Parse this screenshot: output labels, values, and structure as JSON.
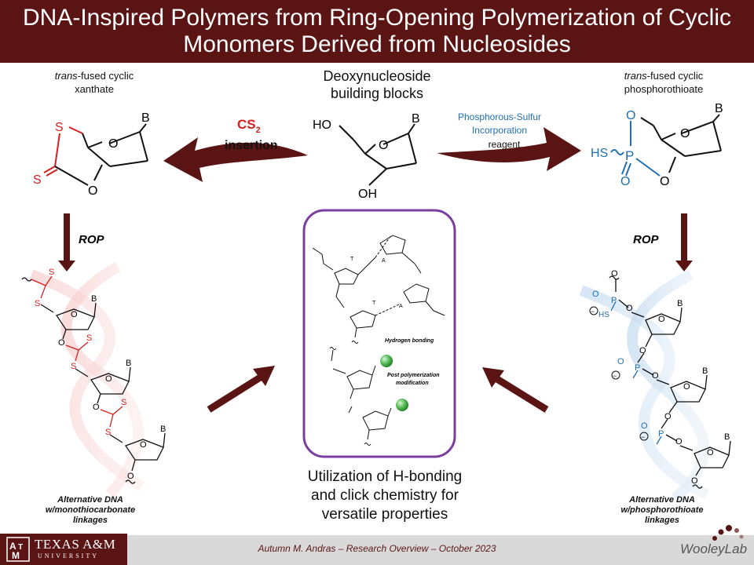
{
  "title": "DNA-Inspired Polymers from Ring-Opening Polymerization of Cyclic Monomers Derived from Nucleosides",
  "center": {
    "heading_line1": "Deoxynucleoside",
    "heading_line2": "building blocks",
    "atoms": {
      "ho": "HO",
      "oh": "OH",
      "o": "O",
      "b": "B"
    }
  },
  "left": {
    "label_italic": "trans",
    "label_rest": "-fused cyclic",
    "label_line2": "xanthate",
    "arrow_label_main": "CS",
    "arrow_label_sub": "2",
    "arrow_label_line2": "insertion",
    "atoms": {
      "s": "S",
      "o": "O",
      "b": "B"
    },
    "rop": "ROP",
    "polymer_caption_line1": "Alternative DNA",
    "polymer_caption_line2": "w/monothiocarbonate",
    "polymer_caption_line3": "linkages"
  },
  "right": {
    "label_italic": "trans",
    "label_rest": "-fused cyclic",
    "label_line2": "phosphorothioate",
    "arrow_label_line1": "Phosphorous-Sulfur",
    "arrow_label_line2": "Incorporation",
    "arrow_label_line3": "reagent",
    "atoms": {
      "hs": "HS",
      "p": "P",
      "o": "O",
      "b": "B"
    },
    "rop": "ROP",
    "polymer_caption_line1": "Alternative DNA",
    "polymer_caption_line2": "w/phosphorothioate",
    "polymer_caption_line3": "linkages"
  },
  "middle_panel": {
    "hbond_label": "Hydrogen bonding",
    "ppm_line1": "Post polymerization",
    "ppm_line2": "modification",
    "base_t": "T",
    "base_a": "A",
    "util_line1": "Utilization of H-bonding",
    "util_line2": "and click chemistry for",
    "util_line3": "versatile properties"
  },
  "footer": {
    "tamu": "TEXAS A&M",
    "tamu_sub": "UNIVERSITY",
    "text": "Autumn M. Andras – Research Overview  – October 2023",
    "lab": "WooleyLab"
  },
  "colors": {
    "maroon": "#5b1414",
    "red": "#d42020",
    "blue": "#1f6fb0",
    "purple": "#7a3ea0"
  }
}
